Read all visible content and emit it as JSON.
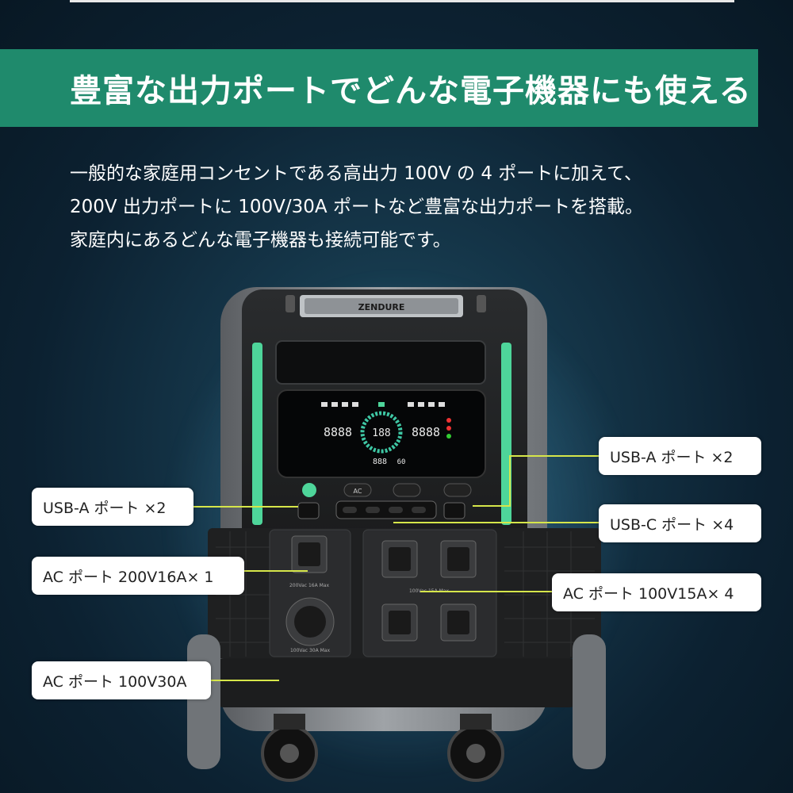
{
  "banner": {
    "title": "豊富な出力ポートでどんな電子機器にも使える"
  },
  "description": {
    "lines": [
      "一般的な家庭用コンセントである高出力 100V の 4 ポートに加えて、",
      "200V 出力ポートに 100V/30A ポートなど豊富な出力ポートを搭載。",
      "家庭内にあるどんな電子機器も接続可能です。"
    ]
  },
  "device": {
    "brand": "ZENDURE",
    "display_main": "8888",
    "display_center": "188",
    "display_right": "8888",
    "display_bottom_left": "888",
    "display_bottom_right": "60",
    "button_ac": "AC",
    "port_label_200v": "200Vac 16A Max",
    "port_label_30a": "100Vac 30A Max",
    "port_label_100v": "100Vac 15A Max"
  },
  "labels": {
    "usb_a_right": "USB-A ポート ×2",
    "usb_a_left": "USB-A ポート ×2",
    "usb_c": "USB-C ポート ×4",
    "ac_200v": "AC ポート 200V16A× 1",
    "ac_100v_15a": "AC ポート 100V15A× 4",
    "ac_100v_30a": "AC ポート 100V30A"
  },
  "colors": {
    "banner": "#1f8a6c",
    "connector": "#d6e64a",
    "accent_green": "#4ed59a"
  }
}
